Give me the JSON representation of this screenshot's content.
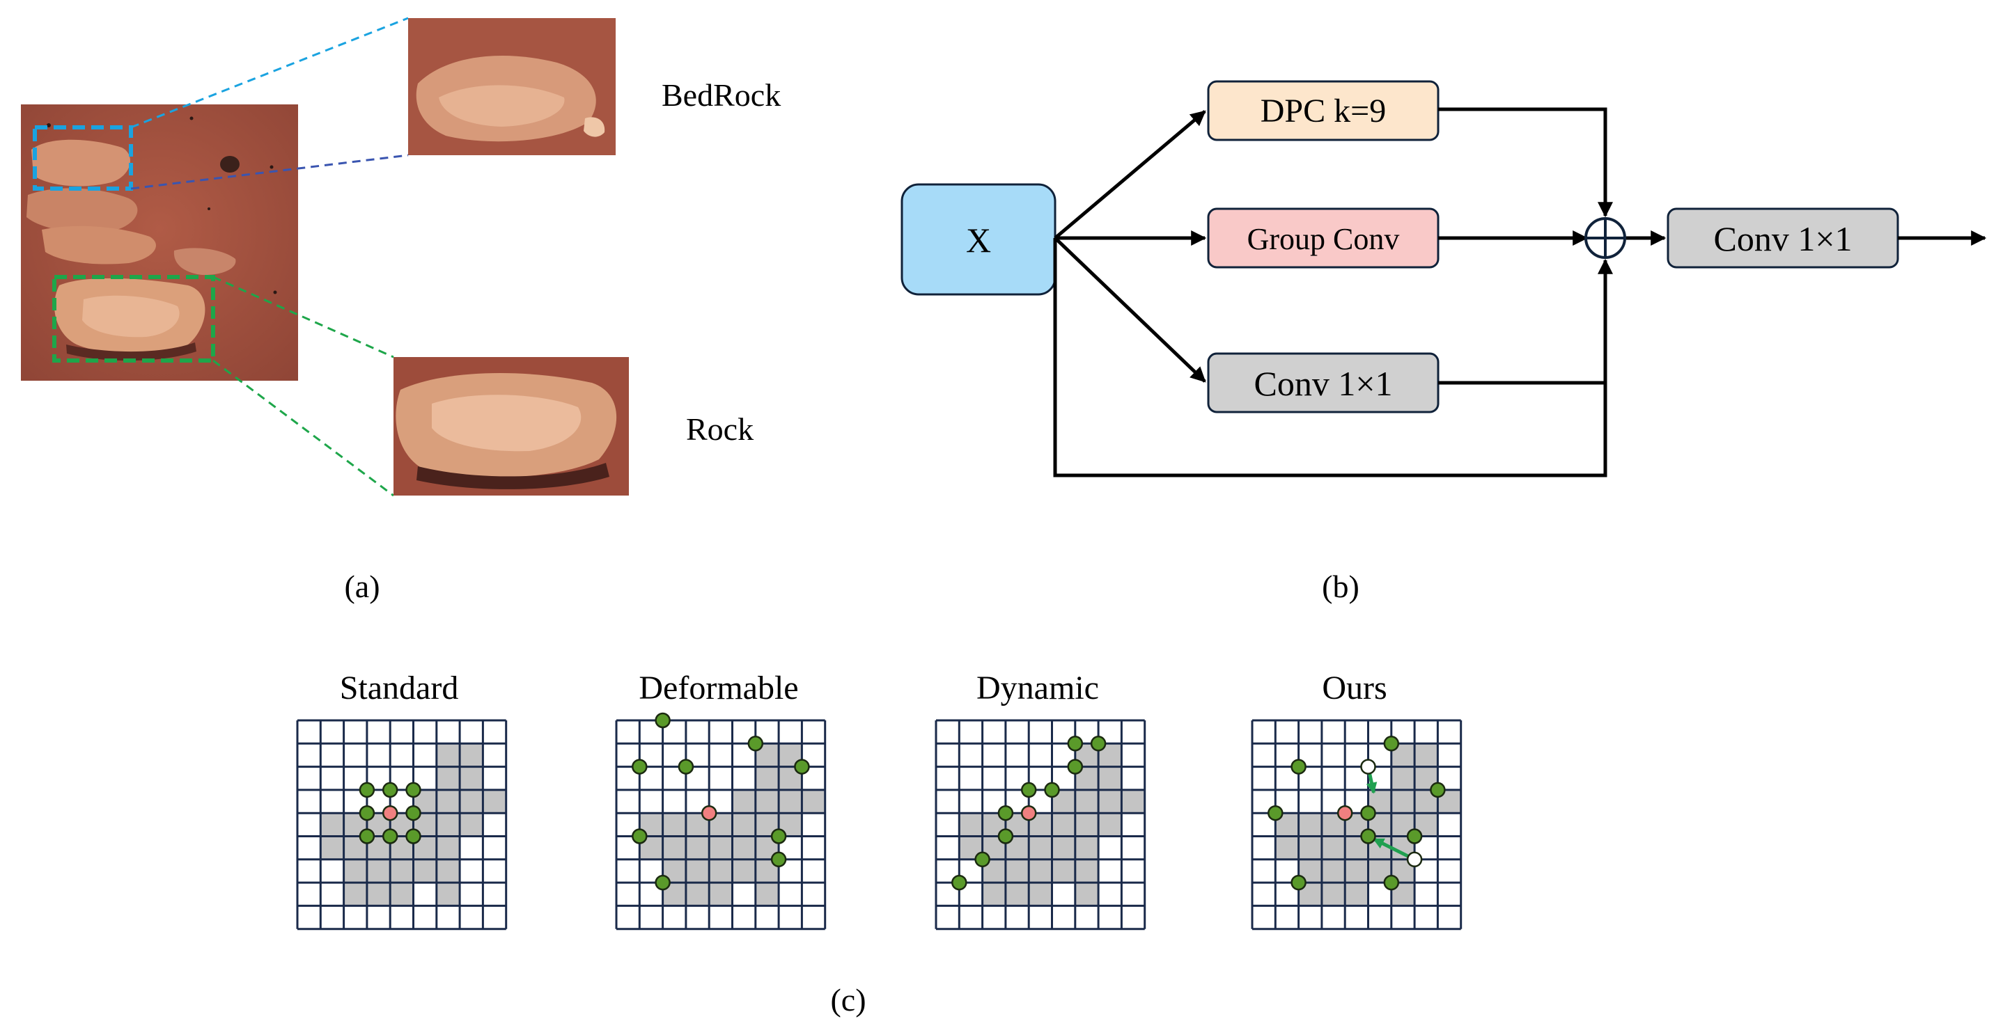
{
  "panel_a": {
    "zoom_labels": [
      "BedRock",
      "Rock"
    ],
    "caption": "(a)",
    "colors": {
      "blue_box": "#1aa3e0",
      "green_box": "#1ea64a",
      "terrain": "#a05040",
      "rock": "#d99a73"
    }
  },
  "panel_b": {
    "input_label": "X",
    "branches": [
      "DPC k=9",
      "Group Conv",
      "Conv 1×1"
    ],
    "output_label": "Conv 1×1",
    "caption": "(b)",
    "colors": {
      "input": "#a7dbf8",
      "dpc": "#fde6cc",
      "group": "#f9c9c8",
      "conv": "#d0d0d0",
      "border": "#10223a",
      "arrow": "#000000"
    }
  },
  "panel_c": {
    "titles": [
      "Standard",
      "Deformable",
      "Dynamic",
      "Ours"
    ],
    "caption": "(c)",
    "colors": {
      "grid_line": "#1a2a4a",
      "shade": "#c4c4c4",
      "point": "#5a9a2a",
      "center": "#f08080",
      "arrow": "#20a050"
    }
  }
}
